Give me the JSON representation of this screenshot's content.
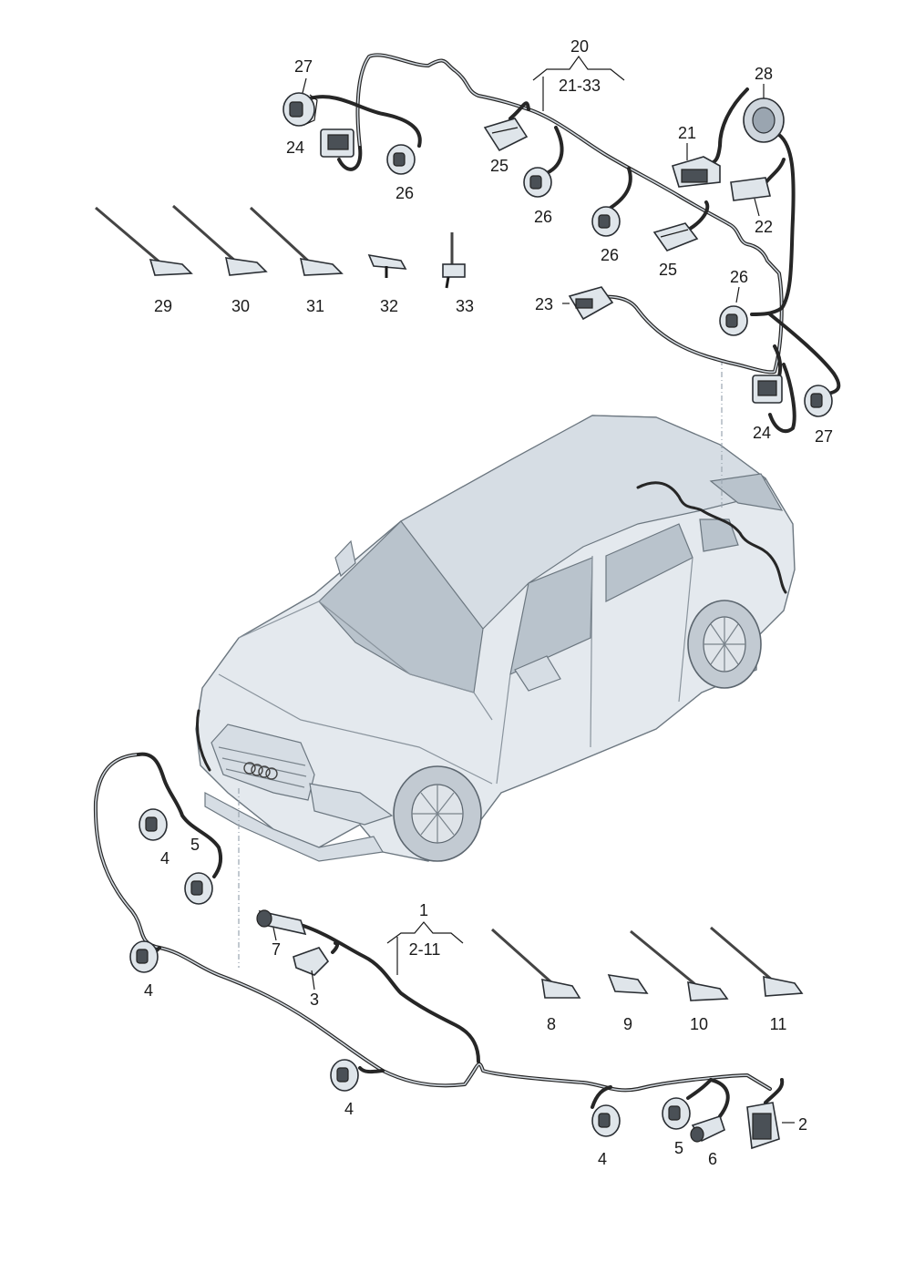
{
  "labels": {
    "l1": "1",
    "l2_11": "2-11",
    "l2": "2",
    "l3": "3",
    "l4a": "4",
    "l4b": "4",
    "l4c": "4",
    "l4d": "4",
    "l5a": "5",
    "l5b": "5",
    "l6": "6",
    "l7": "7",
    "l8": "8",
    "l9": "9",
    "l10": "10",
    "l11": "11",
    "l20": "20",
    "l21_33": "21-33",
    "l21": "21",
    "l22": "22",
    "l23": "23",
    "l24a": "24",
    "l24b": "24",
    "l25a": "25",
    "l25b": "25",
    "l26a": "26",
    "l26b": "26",
    "l26c": "26",
    "l26d": "26",
    "l27a": "27",
    "l27b": "27",
    "l28": "28",
    "l29": "29",
    "l30": "30",
    "l31": "31",
    "l32": "32",
    "l33": "33"
  }
}
